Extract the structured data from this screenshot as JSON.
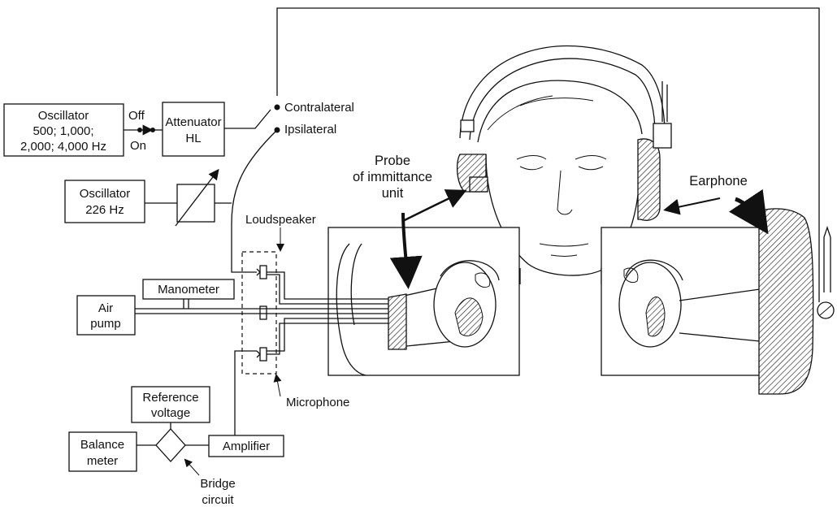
{
  "diagram": {
    "oscillator_tones": {
      "line1": "Oscillator",
      "line2": "500; 1,000;",
      "line3": "2,000; 4,000 Hz"
    },
    "switch_off": "Off",
    "switch_on": "On",
    "attenuator": {
      "line1": "Attenuator",
      "line2": "HL"
    },
    "contralateral": "Contralateral",
    "ipsilateral": "Ipsilateral",
    "oscillator_probe": {
      "line1": "Oscillator",
      "line2": "226 Hz"
    },
    "probe_label": {
      "line1": "Probe",
      "line2": "of immittance",
      "line3": "unit"
    },
    "earphone": "Earphone",
    "loudspeaker": "Loudspeaker",
    "manometer": "Manometer",
    "air_pump": {
      "line1": "Air",
      "line2": "pump"
    },
    "microphone": "Microphone",
    "reference_voltage": {
      "line1": "Reference",
      "line2": "voltage"
    },
    "balance_meter": {
      "line1": "Balance",
      "line2": "meter"
    },
    "amplifier": "Amplifier",
    "bridge_circuit": {
      "line1": "Bridge",
      "line2": "circuit"
    }
  }
}
